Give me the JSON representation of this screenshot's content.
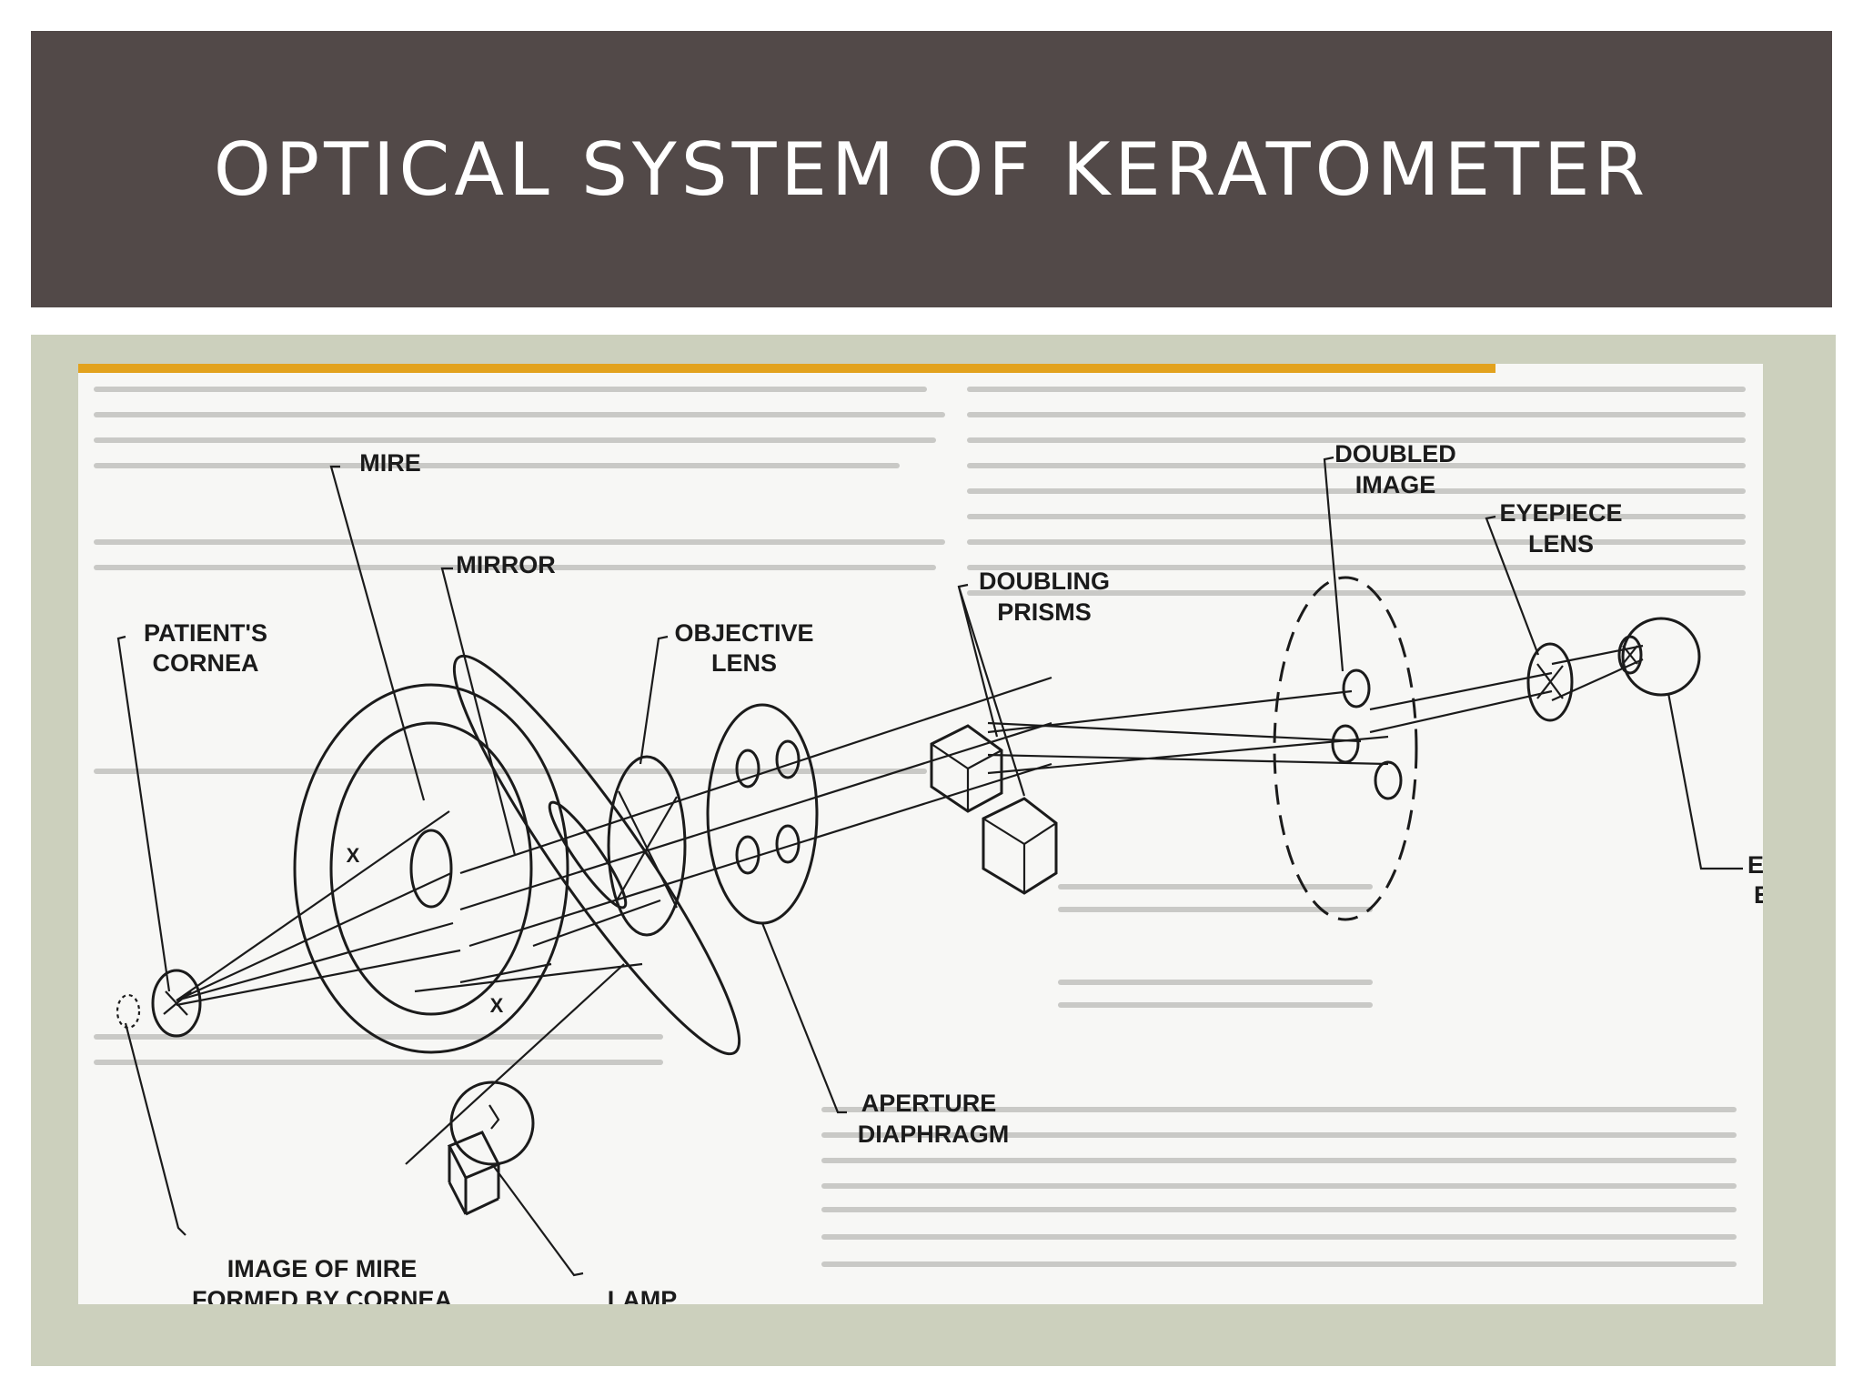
{
  "slide": {
    "title": "OPTICAL SYSTEM OF KERATOMETER"
  },
  "diagram": {
    "labels": {
      "mire": "MIRE",
      "mirror": "MIRROR",
      "patients_cornea_1": "PATIENT'S",
      "patients_cornea_2": "CORNEA",
      "objective_lens_1": "OBJECTIVE",
      "objective_lens_2": "LENS",
      "doubling_prisms_1": "DOUBLING",
      "doubling_prisms_2": "PRISMS",
      "doubled_image_1": "DOUBLED",
      "doubled_image_2": "IMAGE",
      "eyepiece_lens_1": "EYEPIECE",
      "eyepiece_lens_2": "LENS",
      "examiner_1": "EXAM",
      "examiner_2": "E",
      "aperture_diaphragm_1": "APERTURE",
      "aperture_diaphragm_2": "DIAPHRAGM",
      "image_of_mire_1": "IMAGE  OF  MIRE",
      "image_of_mire_2": "FORMED  BY  CORNEA",
      "lamp": "LAMP"
    }
  }
}
